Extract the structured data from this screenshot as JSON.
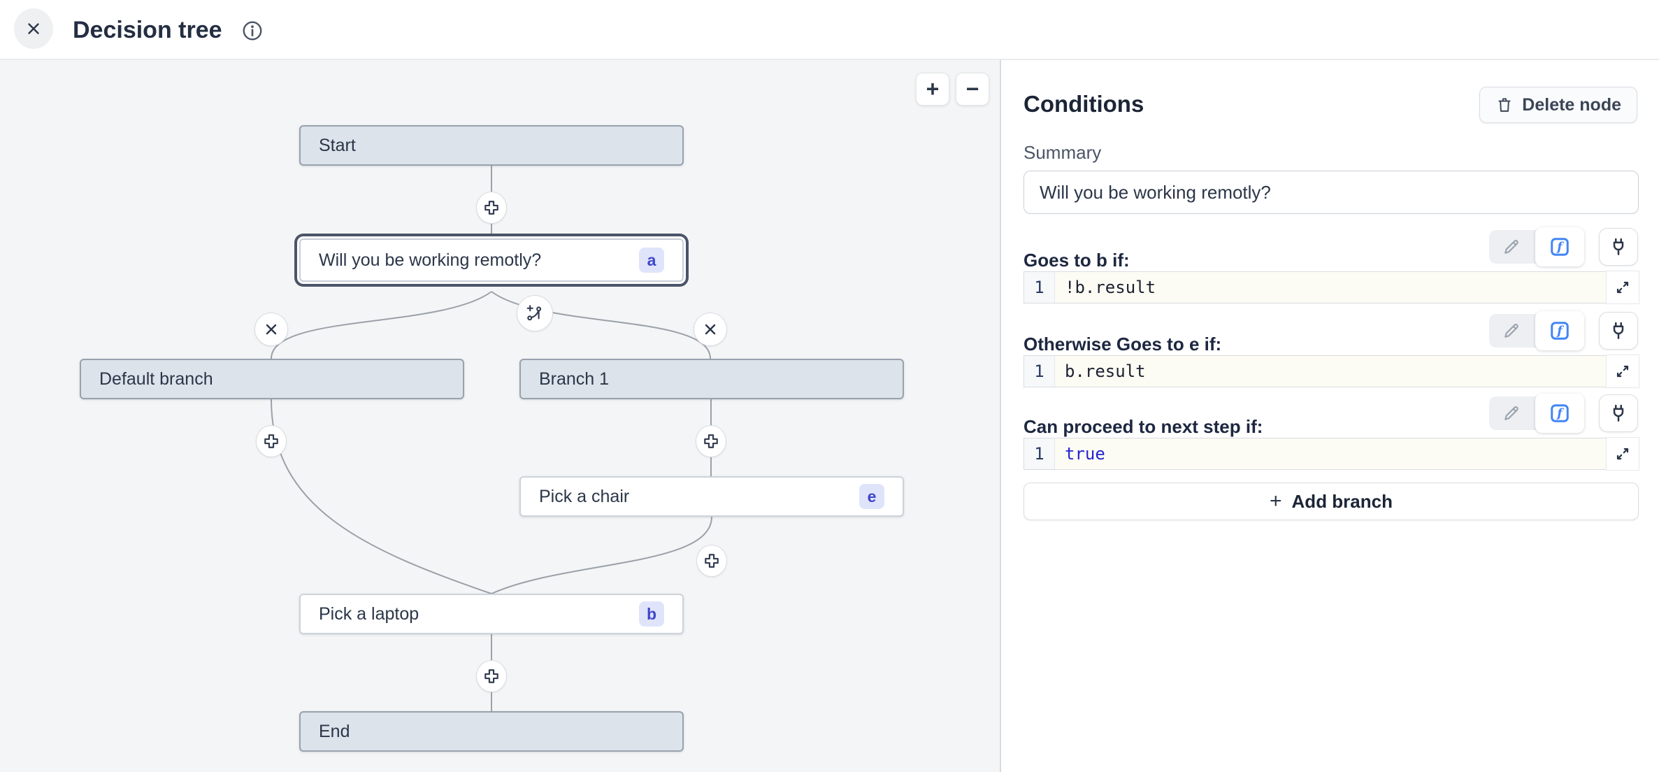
{
  "header": {
    "title": "Decision tree"
  },
  "canvas": {
    "zoom_in_label": "+",
    "zoom_out_label": "−",
    "nodes": [
      {
        "id": "start",
        "label": "Start",
        "type": "terminal"
      },
      {
        "id": "condition",
        "label": "Will you be working remotly?",
        "badge": "a",
        "type": "condition",
        "selected": true
      },
      {
        "id": "default-branch",
        "label": "Default branch",
        "type": "branch"
      },
      {
        "id": "branch-1",
        "label": "Branch 1",
        "type": "branch"
      },
      {
        "id": "pick-a-chair",
        "label": "Pick a chair",
        "badge": "e",
        "type": "step"
      },
      {
        "id": "pick-a-laptop",
        "label": "Pick a laptop",
        "badge": "b",
        "type": "step"
      },
      {
        "id": "end",
        "label": "End",
        "type": "terminal"
      }
    ]
  },
  "panel": {
    "title": "Conditions",
    "delete_button_label": "Delete node",
    "summary_label": "Summary",
    "summary_value": "Will you be working remotly?",
    "sections": [
      {
        "label": "Goes to b if:",
        "line_number": "1",
        "code": "!b.result"
      },
      {
        "label": "Otherwise Goes to e if:",
        "line_number": "1",
        "code": "b.result"
      },
      {
        "label": "Can proceed to next step if:",
        "line_number": "1",
        "code": "true"
      }
    ],
    "add_branch_label": "Add branch"
  },
  "icons": {
    "close": "close-icon",
    "info": "info-icon",
    "trash": "trash-icon",
    "pencil": "pencil-icon",
    "function": "function-fx-icon",
    "plug": "plug-icon",
    "expand": "expand-icon",
    "plus_node": "add-node-plus-icon",
    "remove_branch": "remove-branch-x-icon",
    "add_branch": "add-branch-icon"
  },
  "colors": {
    "canvas_bg": "#f4f5f6",
    "node_gray_bg": "#dce3eb",
    "node_gray_border": "#98a2ae",
    "node_white_border": "#cdd3da",
    "selection_ring": "#4b5468",
    "badge_bg": "#e0e4fb",
    "badge_text": "#3f46c9",
    "edge": "#9ba1a9",
    "text_dark": "#25304a",
    "text_mid": "#4a5565",
    "code_bg": "#fdfcf4",
    "code_keyword": "#2424d0",
    "icon_blue": "#4285f4",
    "panel_border": "#d9dce0"
  }
}
